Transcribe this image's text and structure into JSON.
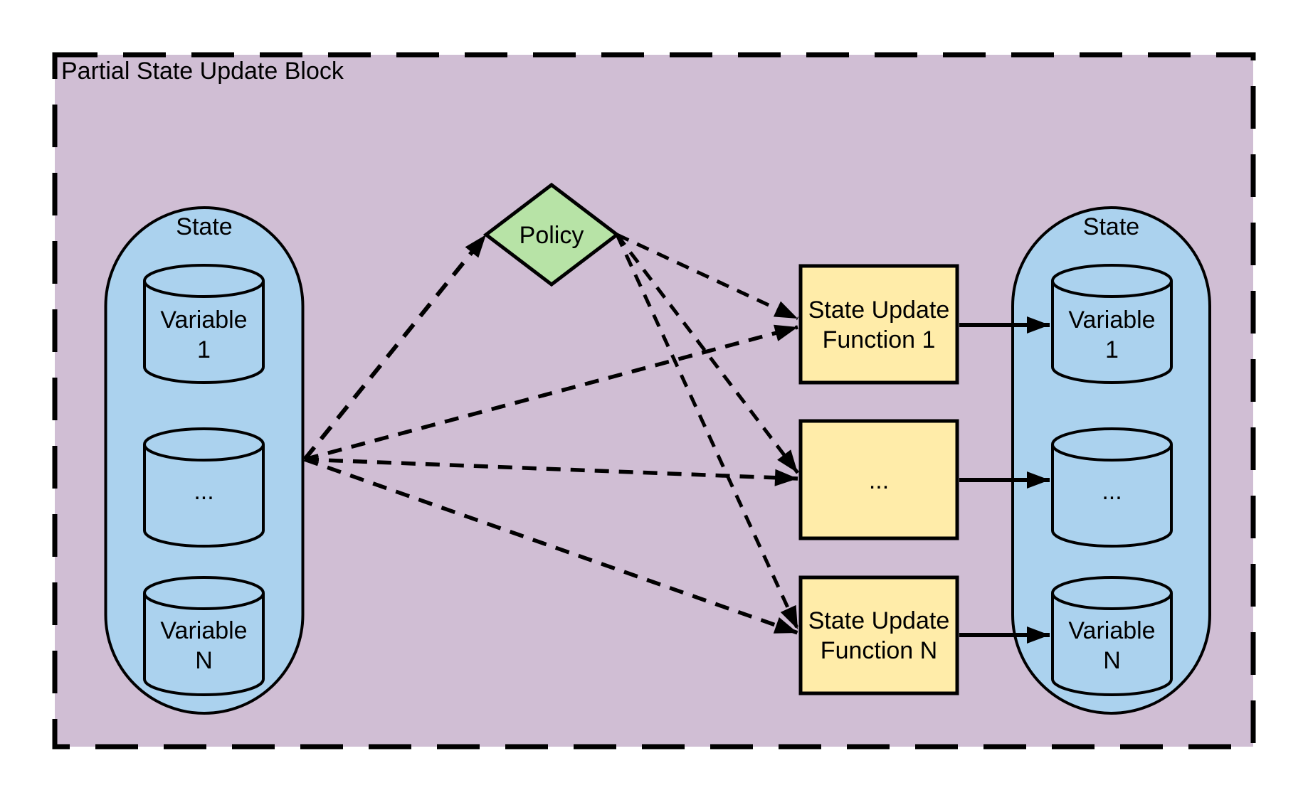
{
  "block": {
    "title": "Partial State Update Block"
  },
  "colors": {
    "block_bg": "#d0bed4",
    "state_bg": "#abd2ee",
    "policy_bg": "#b7e3a6",
    "function_bg": "#ffeca9",
    "line": "#000000"
  },
  "left_state": {
    "label": "State",
    "variables": [
      {
        "line1": "Variable",
        "line2": "1"
      },
      {
        "line1": "..."
      },
      {
        "line1": "Variable",
        "line2": "N"
      }
    ]
  },
  "policy": {
    "label": "Policy"
  },
  "functions": [
    {
      "line1": "State Update",
      "line2": "Function 1"
    },
    {
      "line1": "..."
    },
    {
      "line1": "State Update",
      "line2": "Function N"
    }
  ],
  "right_state": {
    "label": "State",
    "variables": [
      {
        "line1": "Variable",
        "line2": "1"
      },
      {
        "line1": "..."
      },
      {
        "line1": "Variable",
        "line2": "N"
      }
    ]
  }
}
